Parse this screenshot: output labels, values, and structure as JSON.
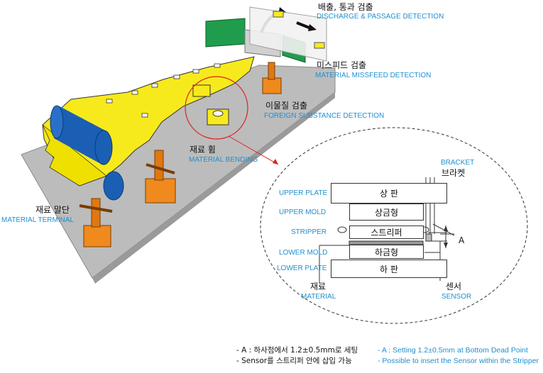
{
  "labels": {
    "discharge_ko": "배출, 통과 검출",
    "discharge_en": "DISCHARGE & PASSAGE DETECTION",
    "missfeed_ko": "미스피드 검출",
    "missfeed_en": "MATERIAL MISSFEED DETECTION",
    "foreign_ko": "이물질 검출",
    "foreign_en": "FOREIGN SUBSTANCE DETECTION",
    "bending_ko": "재료 휨",
    "bending_en": "MATERIAL BENDING",
    "terminal_ko": "재료 말단",
    "terminal_en": "MATERIAL TERMINAL"
  },
  "detail": {
    "upper_plate_en": "UPPER PLATE",
    "upper_plate_ko": "상 판",
    "upper_mold_en": "UPPER MOLD",
    "upper_mold_ko": "상금형",
    "stripper_en": "STRIPPER",
    "stripper_ko": "스트리퍼",
    "lower_mold_en": "LOWER MOLD",
    "lower_mold_ko": "하금형",
    "lower_plate_en": "LOWER PLATE",
    "lower_plate_ko": "하 판",
    "bracket_en": "BRACKET",
    "bracket_ko": "브라켓",
    "dim_a": "A",
    "material_ko": "재료",
    "material_en": "MATERIAL",
    "sensor_ko": "센서",
    "sensor_en": "SENSOR"
  },
  "notes": {
    "ko_1": "- A : 하사점에서 1.2±0.5mm로 세팅",
    "ko_2": "- Sensor를 스트리퍼 안에 삽입 가능",
    "en_1": "- A : Setting 1.2±0.5mm at Bottom Dead Point",
    "en_2": "- Possible to insert the Sensor within the Stripper"
  },
  "colors": {
    "strip_yellow": "#f7ea1c",
    "roller_blue": "#1a5fb4",
    "bed_gray": "#b9b9b9",
    "sensor_orange": "#f08a1e",
    "mold_green": "#1f9d4c",
    "label_blue": "#1f8fd0",
    "callout_red": "#e02020"
  }
}
